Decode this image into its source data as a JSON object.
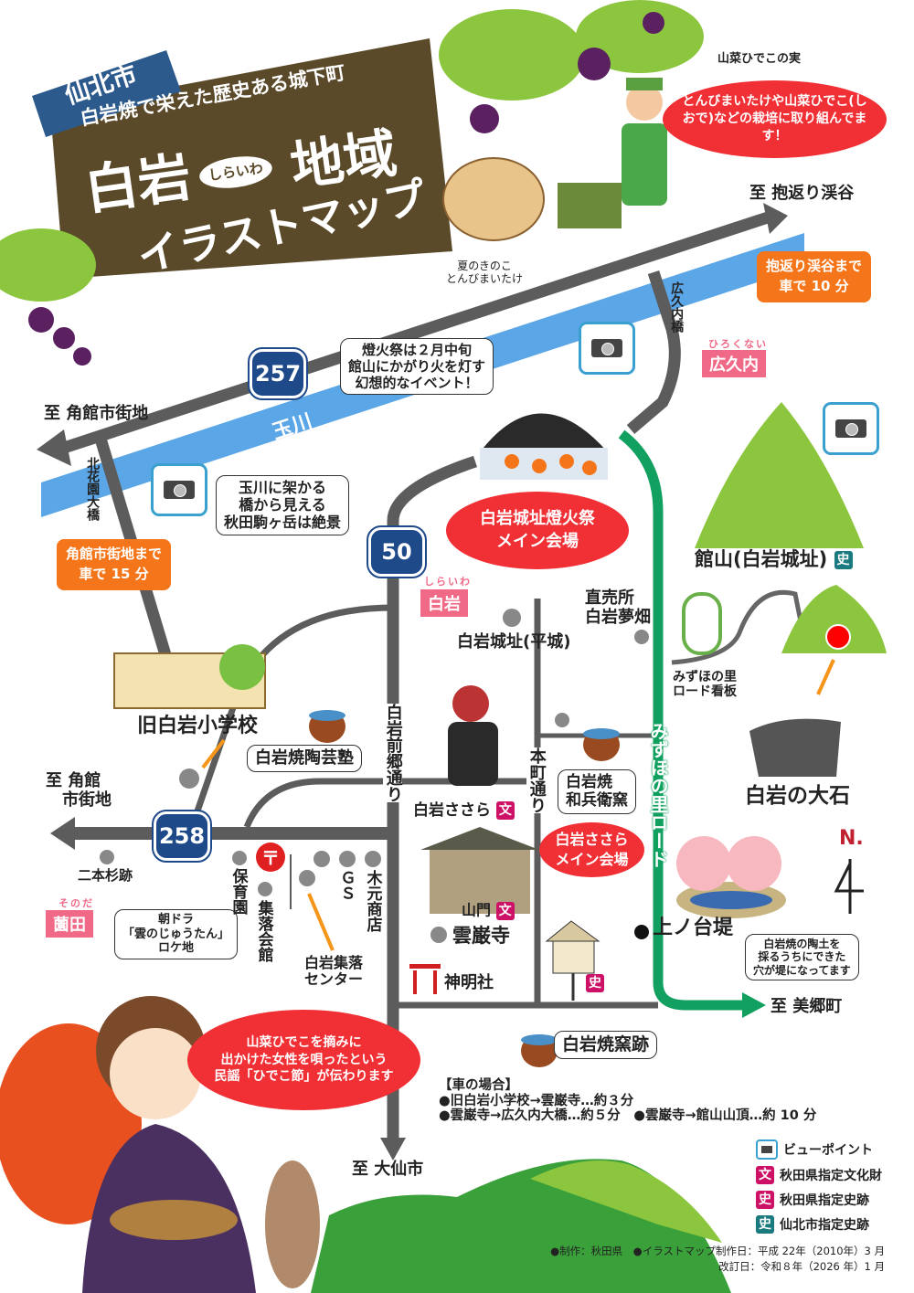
{
  "header": {
    "city": "仙北市",
    "subtitle": "白岩焼で栄えた歴史ある城下町",
    "title_main_1": "白岩",
    "title_reading": "しらいわ",
    "title_main_2": "地域",
    "title_sub": "イラストマップ"
  },
  "callouts": {
    "hideko_fruit": "山菜ひでこの実",
    "farmer": "とんびまいたけや山菜ひでこ(しおで)などの栽培に取り組んでます！",
    "mushroom": "夏のきのこ\nとんびまいたけ",
    "fire_festival_note": "燈火祭は２月中旬\n館山にかがり火を灯す\n幻想的なイベント！",
    "fire_festival_main": "白岩城址燈火祭\nメイン会場",
    "tamagawa_view": "玉川に架かる\n橋から見える\n秋田駒ヶ岳は絶景",
    "sasara_main": "白岩ささら\nメイン会場",
    "asadora": "朝ドラ\n「雲のじゅうたん」\nロケ地",
    "pond_note": "白岩焼の陶土を\n採るうちにできた\n穴が堤になってます",
    "hideko_song": "山菜ひでこを摘みに\n出かけた女性を唄ったという\n民謡「ひでこ節」が伝わります"
  },
  "directions": {
    "to_dakigaeri": "至 抱返り渓谷",
    "dakigaeri_time": "抱返り渓谷まで\n車で 10 分",
    "to_kakunodate_top": "至 角館市街地",
    "kakunodate_time": "角館市街地まで\n車で 15 分",
    "to_kakunodate_mid": "至 角館\n　市街地",
    "to_misato": "至 美郷町",
    "to_daisen": "至 大仙市"
  },
  "routes": {
    "r257": "257",
    "r50": "50",
    "r258": "258"
  },
  "places": {
    "tamagawa": "玉川",
    "hokkaen_bridge": "北花園大橋",
    "hirokunai_bridge": "広久内橋",
    "hirokunai_ruby": "ひろくない",
    "hirokunai": "広久内",
    "shiraiwa_ruby": "しらいわ",
    "shiraiwa": "白岩",
    "sonoda_ruby": "そのだ",
    "sonoda": "薗田",
    "tateyama": "館山(白岩城址)",
    "castle_flat": "白岩城址(平城)",
    "chokubaijo": "直売所\n白岩夢畑",
    "mizuho_sign": "みずほの里\nロード看板",
    "oishi": "白岩の大石",
    "old_school": "旧白岩小学校",
    "pottery_school": "白岩焼陶芸塾",
    "maemachi_road": "白岩前郷通り",
    "honmachi_road": "本町通り",
    "mizuho_road": "みずほの里ロード",
    "wahee_kiln": "白岩焼\n和兵衛窯",
    "sasara": "白岩ささら",
    "sanmon": "山門",
    "unganji": "雲巌寺",
    "shinmeisha": "神明社",
    "kamino_dai": "上ノ台堤",
    "nihonsugi": "二本杉跡",
    "hoikuen": "保育園",
    "shuraku_kaikan": "集落会館",
    "gs": "ＧＳ",
    "kimoto": "木元商店",
    "center": "白岩集落\nセンター",
    "kiln_site": "白岩焼窯跡",
    "north": "N."
  },
  "car_times": {
    "heading": "【車の場合】",
    "lines": [
      "●旧白岩小学校→雲巌寺…約３分",
      "●雲巌寺→広久内大橋…約５分　●雲巌寺→館山山頂…約 10 分"
    ]
  },
  "legend": {
    "items": [
      {
        "icon": "camera-icon",
        "label": "ビューポイント"
      },
      {
        "icon": "bun-badge",
        "glyph": "文",
        "label": "秋田県指定文化財",
        "color": "#cc1166"
      },
      {
        "icon": "shi-badge",
        "glyph": "史",
        "label": "秋田県指定史跡",
        "color": "#cc1166"
      },
      {
        "icon": "city-shi-badge",
        "glyph": "史",
        "label": "仙北市指定史跡",
        "color": "#1a7a80"
      }
    ]
  },
  "credits": {
    "line1": "●制作：秋田県　●イラストマップ制作日：平成 22年（2010年）3 月",
    "line2": "改訂日：令和８年（2026 年）1 月"
  },
  "colors": {
    "road": "#5c5c5c",
    "river": "#5aa6e6",
    "green_road": "#11a060",
    "red": "#f03035",
    "orange": "#f5761a",
    "board": "#5b4a2a",
    "city_tag": "#2c5a8c"
  }
}
